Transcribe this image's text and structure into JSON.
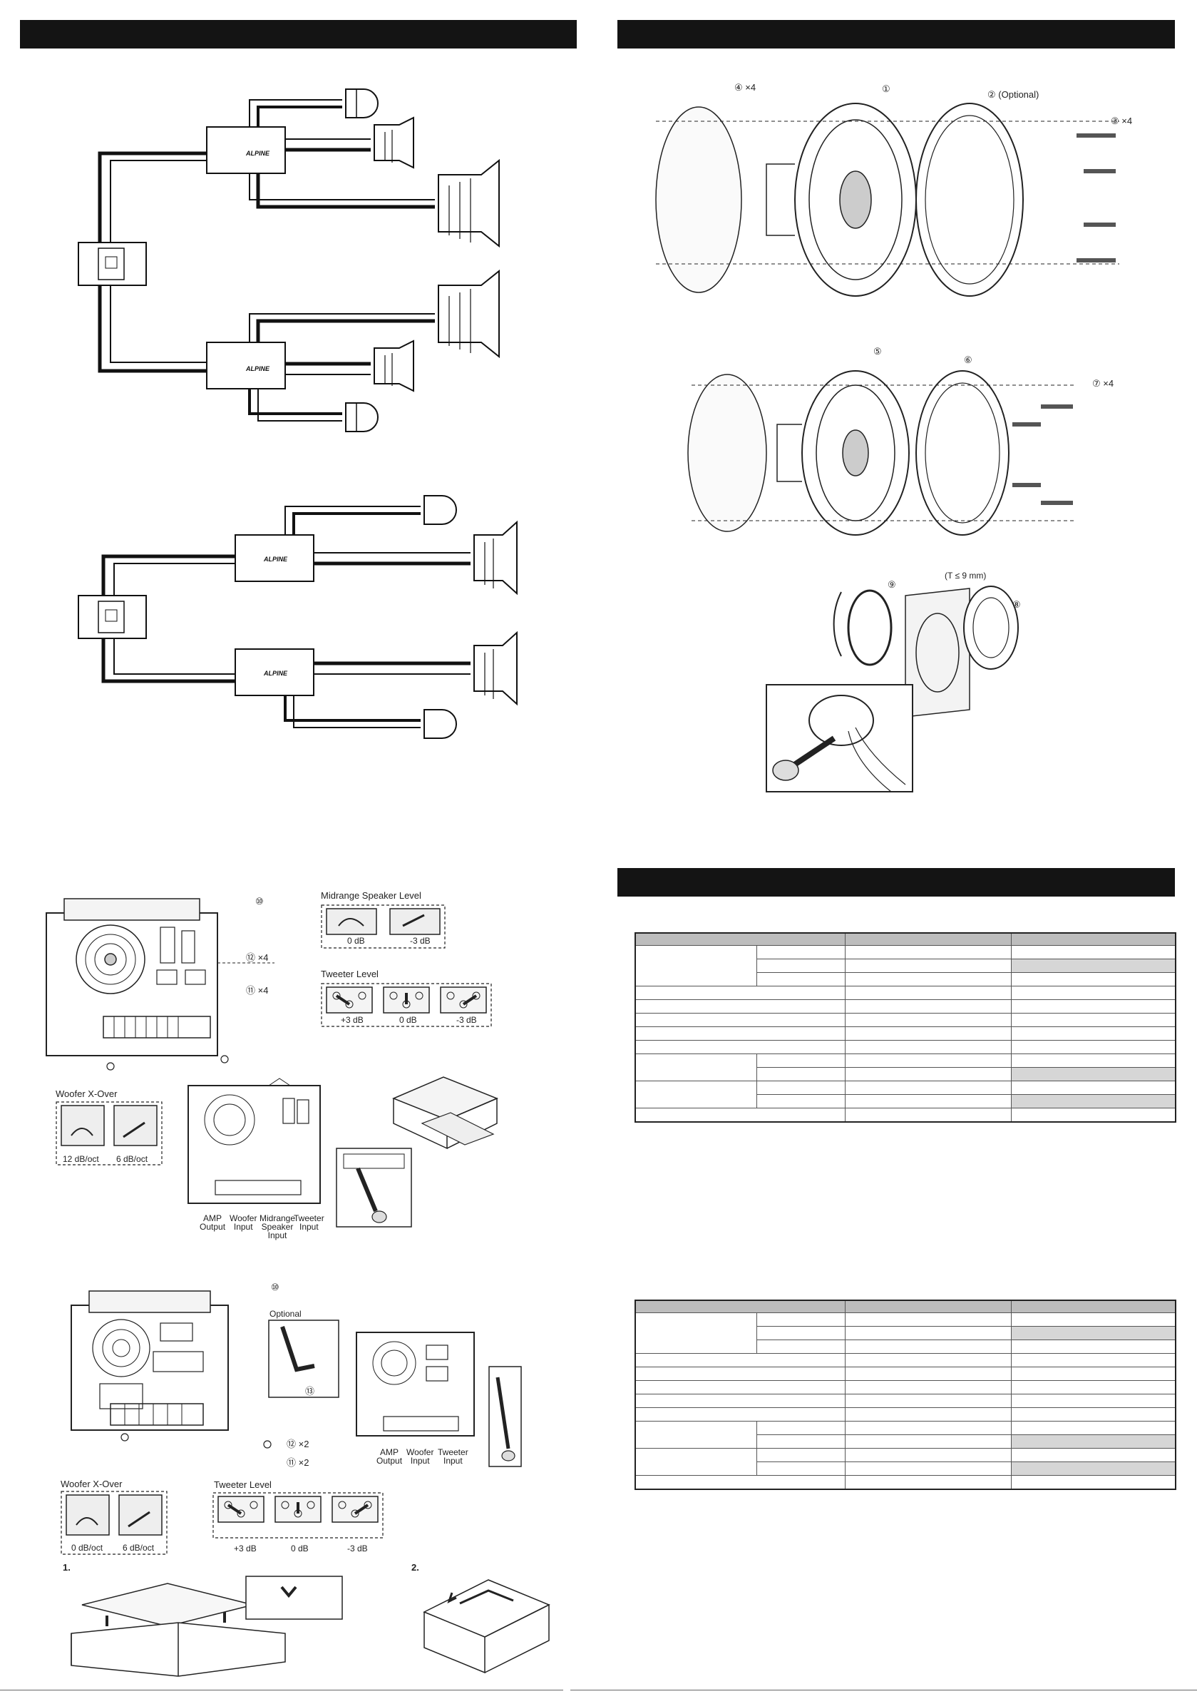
{
  "exploded_speaker_1": {
    "part_4": "4",
    "qty_4": "×4",
    "part_1": "1",
    "part_2": "2",
    "part_2_note": "(Optional)",
    "part_3": "3",
    "qty_3": "×4"
  },
  "exploded_speaker_2": {
    "part_5": "5",
    "part_6": "6",
    "part_7": "7",
    "qty_7": "×4"
  },
  "tweeter_mount": {
    "thickness": "(T ≤ 9 mm)",
    "part_9": "9",
    "part_8": "8"
  },
  "crossover_3way": {
    "part_10": "10",
    "part_12": "12",
    "qty_12": "×4",
    "part_11": "11",
    "qty_11": "×4",
    "midrange_title": "Midrange Speaker Level",
    "midrange_levels": [
      "0 dB",
      "-3 dB"
    ],
    "tweeter_title": "Tweeter Level",
    "tweeter_levels": [
      "+3 dB",
      "0 dB",
      "-3 dB"
    ],
    "woofer_title": "Woofer X-Over",
    "woofer_levels": [
      "12 dB/oct",
      "6 dB/oct"
    ],
    "terminals": {
      "amp": "AMP\nOutput",
      "woofer": "Woofer\nInput",
      "midrange": "Midrange\nSpeaker\nInput",
      "tweeter": "Tweeter\nInput"
    }
  },
  "crossover_2way": {
    "part_10": "10",
    "optional": "Optional",
    "part_13": "13",
    "part_12": "12",
    "qty_12": "×2",
    "part_11": "11",
    "qty_11": "×2",
    "woofer_title": "Woofer X-Over",
    "woofer_levels": [
      "0 dB/oct",
      "6 dB/oct"
    ],
    "tweeter_title": "Tweeter Level",
    "tweeter_levels": [
      "+3 dB",
      "0 dB",
      "-3 dB"
    ],
    "terminals": {
      "amp": "AMP\nOutput",
      "woofer": "Woofer\nInput",
      "tweeter": "Tweeter\nInput"
    },
    "step_1": "1.",
    "step_2": "2."
  },
  "colors": {
    "header_bar": "#141414",
    "table_header": "#bdbdbd",
    "table_shade": "#d6d6d6"
  }
}
